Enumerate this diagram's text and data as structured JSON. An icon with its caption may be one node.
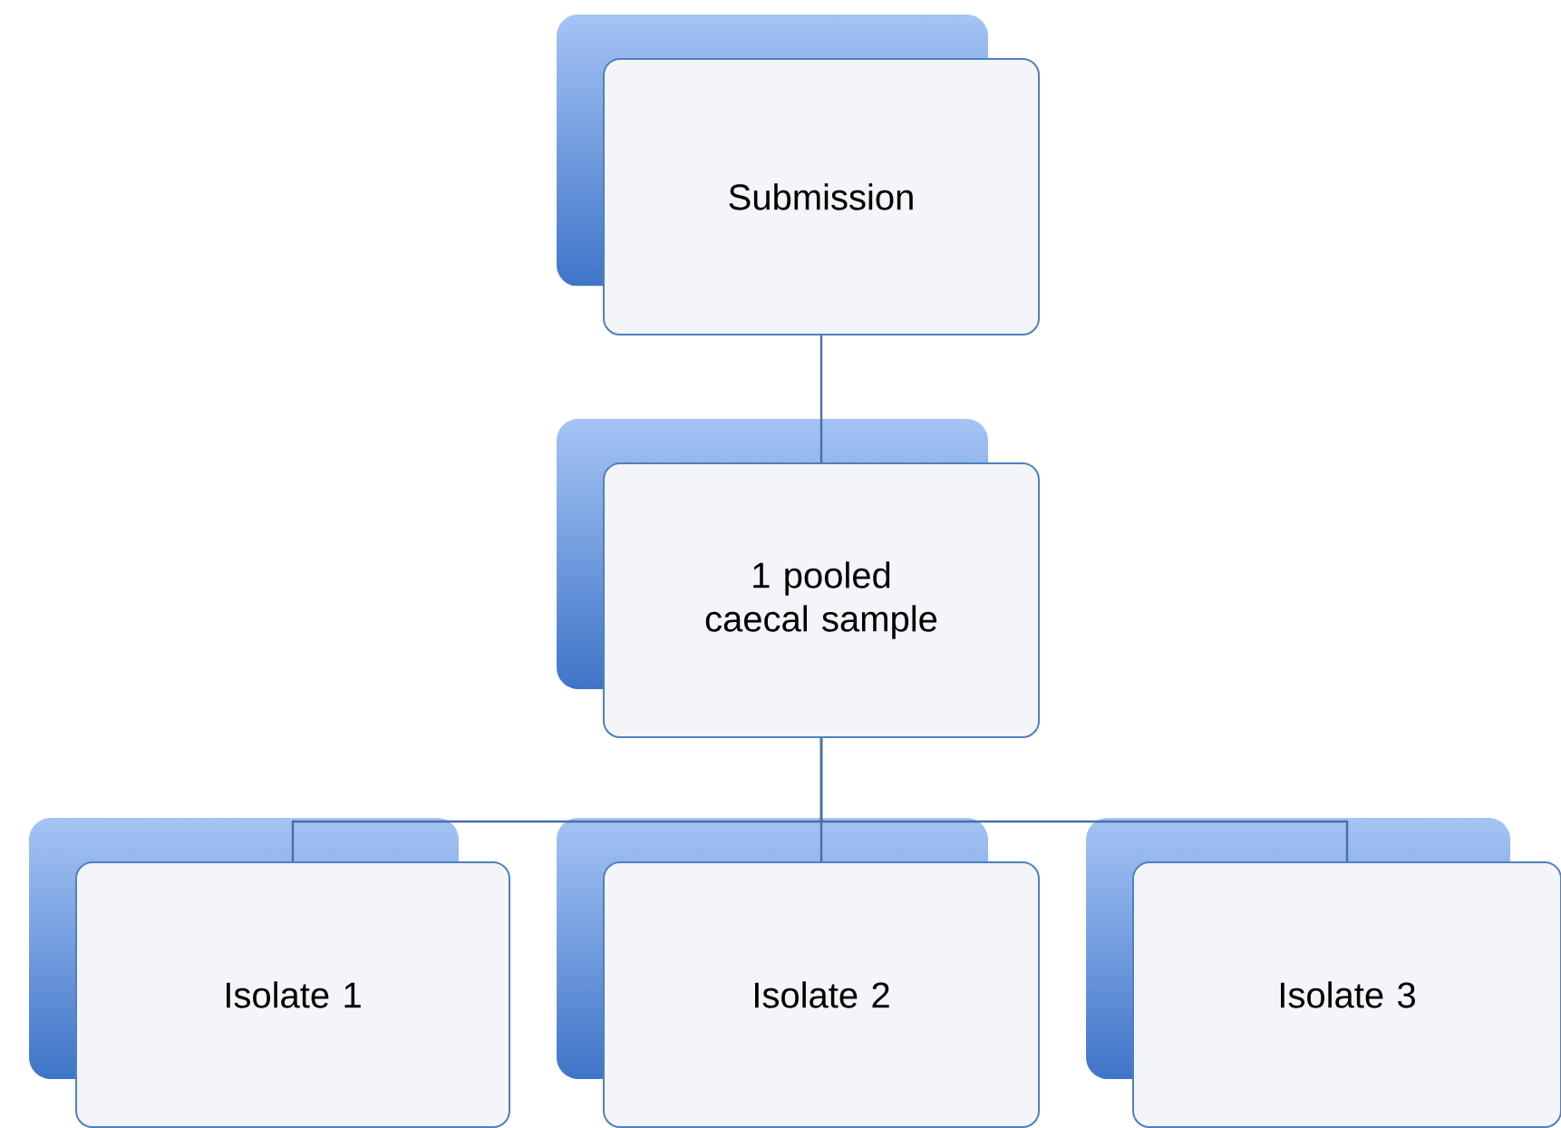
{
  "diagram": {
    "nodes": [
      {
        "text": [
          "Submission"
        ]
      },
      {
        "text": [
          "1 pooled caecal sample"
        ]
      },
      {
        "text": [
          "Isolate 1"
        ]
      },
      {
        "text": [
          "Isolate 2"
        ]
      },
      {
        "text": [
          "Isolate 3"
        ]
      }
    ],
    "edges": [
      {
        "from": 0,
        "to": 1,
        "arrow": "none"
      },
      {
        "from": 1,
        "to": 2,
        "arrow": "none"
      },
      {
        "from": 1,
        "to": 3,
        "arrow": "none"
      },
      {
        "from": 1,
        "to": 4,
        "arrow": "none"
      }
    ]
  }
}
